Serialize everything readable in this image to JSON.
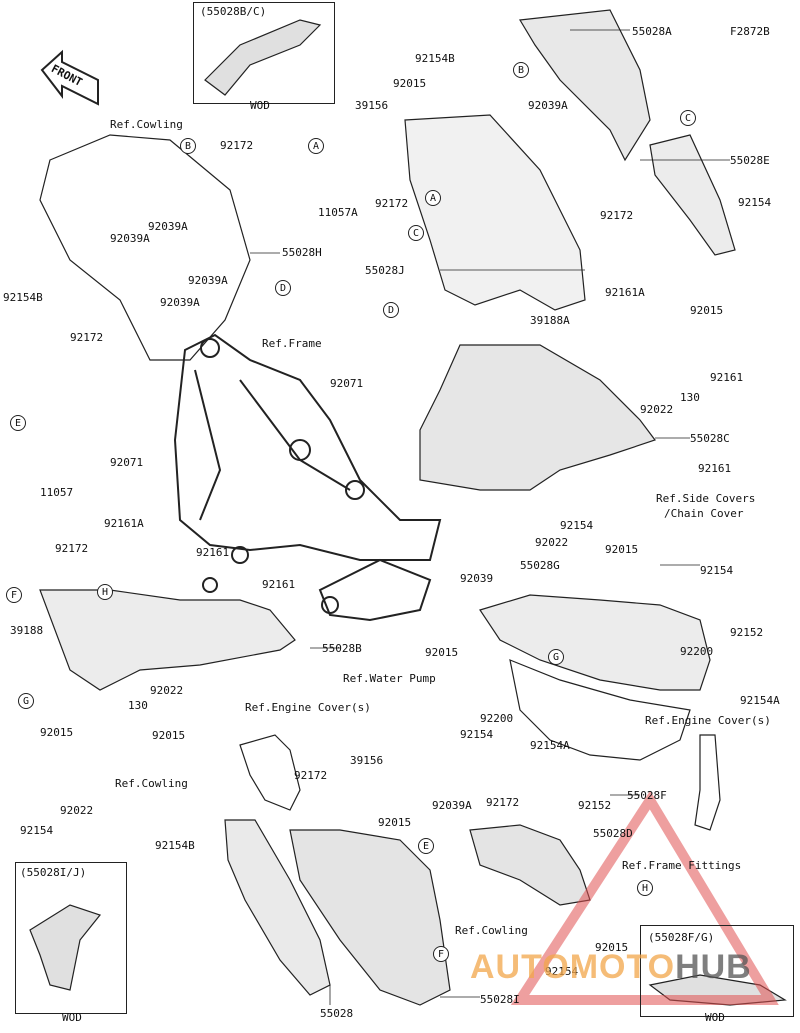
{
  "figure_code": "F2872B",
  "front_label": "FRONT",
  "insets": {
    "top_left": {
      "title": "(55028B/C)",
      "caption": "WOD"
    },
    "bottom_left": {
      "title": "(55028I/J)",
      "caption": "WOD"
    },
    "bottom_right": {
      "title": "(55028F/G)",
      "caption": "WOD"
    }
  },
  "callouts": [
    "A",
    "B",
    "C",
    "D",
    "E",
    "F",
    "G",
    "H"
  ],
  "labels": {
    "l1": "55028A",
    "l2": "92154B",
    "l3": "92015",
    "l4": "39156",
    "l5": "92039A",
    "l6": "Ref.Cowling",
    "l7": "92172",
    "l8": "11057A",
    "l9": "92039A",
    "l10": "92039A",
    "l11": "55028H",
    "l12": "92039A",
    "l13": "92154B",
    "l14": "92172",
    "l15": "11057",
    "l16": "Ref.Frame",
    "l17": "92071",
    "l18": "92172",
    "l19": "55028J",
    "l20": "92172",
    "l21": "55028E",
    "l22": "92154",
    "l23": "92015",
    "l24": "92161A",
    "l25": "39188A",
    "l26": "92161",
    "l27": "130",
    "l28": "92022",
    "l29": "55028C",
    "l30": "92161",
    "l31": "Ref.Side Covers",
    "l32": "/Chain Cover",
    "l33": "92154",
    "l34": "92022",
    "l35": "92015",
    "l36": "92071",
    "l37": "92161A",
    "l38": "92172",
    "l39": "92161",
    "l40": "92161",
    "l41": "39188",
    "l42": "55028B",
    "l43": "92039",
    "l44": "55028G",
    "l45": "92154",
    "l46": "92152",
    "l47": "92200",
    "l48": "92015",
    "l49": "Ref.Water Pump",
    "l50": "92022",
    "l51": "130",
    "l52": "Ref.Engine Cover(s)",
    "l53": "92015",
    "l54": "92154A",
    "l55": "92200",
    "l56": "92154",
    "l57": "Ref.Engine Cover(s)",
    "l58": "92015",
    "l59": "92022",
    "l60": "92154",
    "l61": "Ref.Cowling",
    "l62": "92172",
    "l63": "39156",
    "l64": "92154A",
    "l65": "92152",
    "l66": "55028F",
    "l67": "92154B",
    "l68": "92015",
    "l69": "92039A",
    "l70": "92172",
    "l71": "55028D",
    "l72": "Ref.Frame Fittings",
    "l73": "Ref.Cowling",
    "l74": "92015",
    "l75": "92154",
    "l76": "55028",
    "l77": "55028I"
  },
  "watermark": {
    "part1": "AUTOMOTO",
    "part2": "HUB"
  }
}
